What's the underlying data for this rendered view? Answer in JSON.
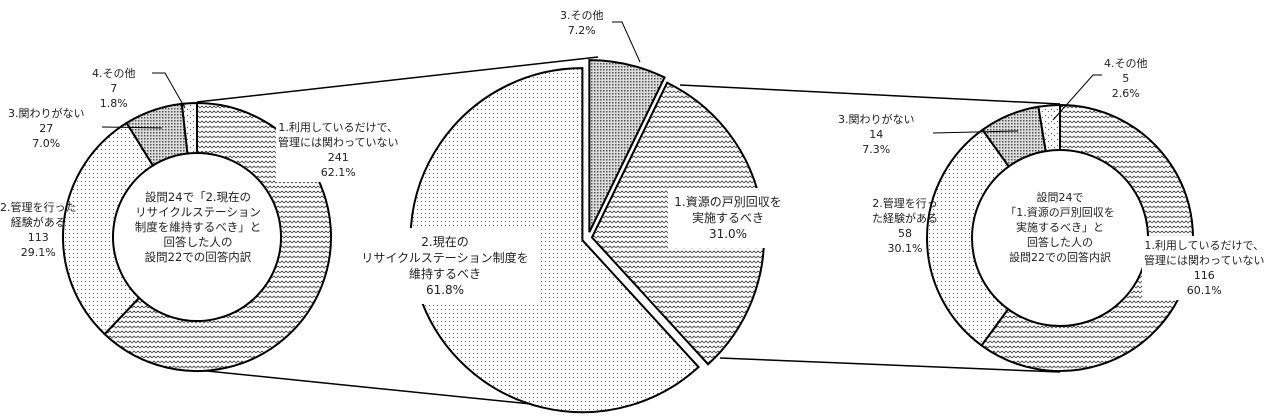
{
  "chart_data": [
    {
      "type": "pie",
      "name": "left-donut",
      "center_label": [
        "設問24で「2.現在の",
        "リサイクルステーション",
        "制度を維持するべき」と",
        "回答した人の",
        "設問22での回答内訳"
      ],
      "slices": [
        {
          "label": [
            "1.利用しているだけで、",
            "管理には関わっていない"
          ],
          "count": 241,
          "percent": "62.1%",
          "value": 62.1
        },
        {
          "label": [
            "2.管理を行った",
            "経験がある"
          ],
          "count": 113,
          "percent": "29.1%",
          "value": 29.1
        },
        {
          "label": [
            "3.関わりがない"
          ],
          "count": 27,
          "percent": "7.0%",
          "value": 7.0
        },
        {
          "label": [
            "4.その他"
          ],
          "count": 7,
          "percent": "1.8%",
          "value": 1.8
        }
      ]
    },
    {
      "type": "pie",
      "name": "center-pie",
      "slices": [
        {
          "label": [
            "3.その他"
          ],
          "percent": "7.2%",
          "value": 7.2
        },
        {
          "label": [
            "1.資源の戸別回収を",
            "実施するべき"
          ],
          "percent": "31.0%",
          "value": 31.0
        },
        {
          "label": [
            "2.現在の",
            "リサイクルステーション制度を",
            "維持するべき"
          ],
          "percent": "61.8%",
          "value": 61.8
        }
      ]
    },
    {
      "type": "pie",
      "name": "right-donut",
      "center_label": [
        "設問24で",
        "「1.資源の戸別回収を",
        "実施するべき」と",
        "回答した人の",
        "設問22での回答内訳"
      ],
      "slices": [
        {
          "label": [
            "1.利用しているだけで、",
            "管理には関わっていない"
          ],
          "count": 116,
          "percent": "60.1%",
          "value": 60.1
        },
        {
          "label": [
            "2.管理を行っ",
            "た経験がある"
          ],
          "count": 58,
          "percent": "30.1%",
          "value": 30.1
        },
        {
          "label": [
            "3.関わりがない"
          ],
          "count": 14,
          "percent": "7.3%",
          "value": 7.3
        },
        {
          "label": [
            "4.その他"
          ],
          "count": 5,
          "percent": "2.6%",
          "value": 2.6
        }
      ]
    }
  ]
}
